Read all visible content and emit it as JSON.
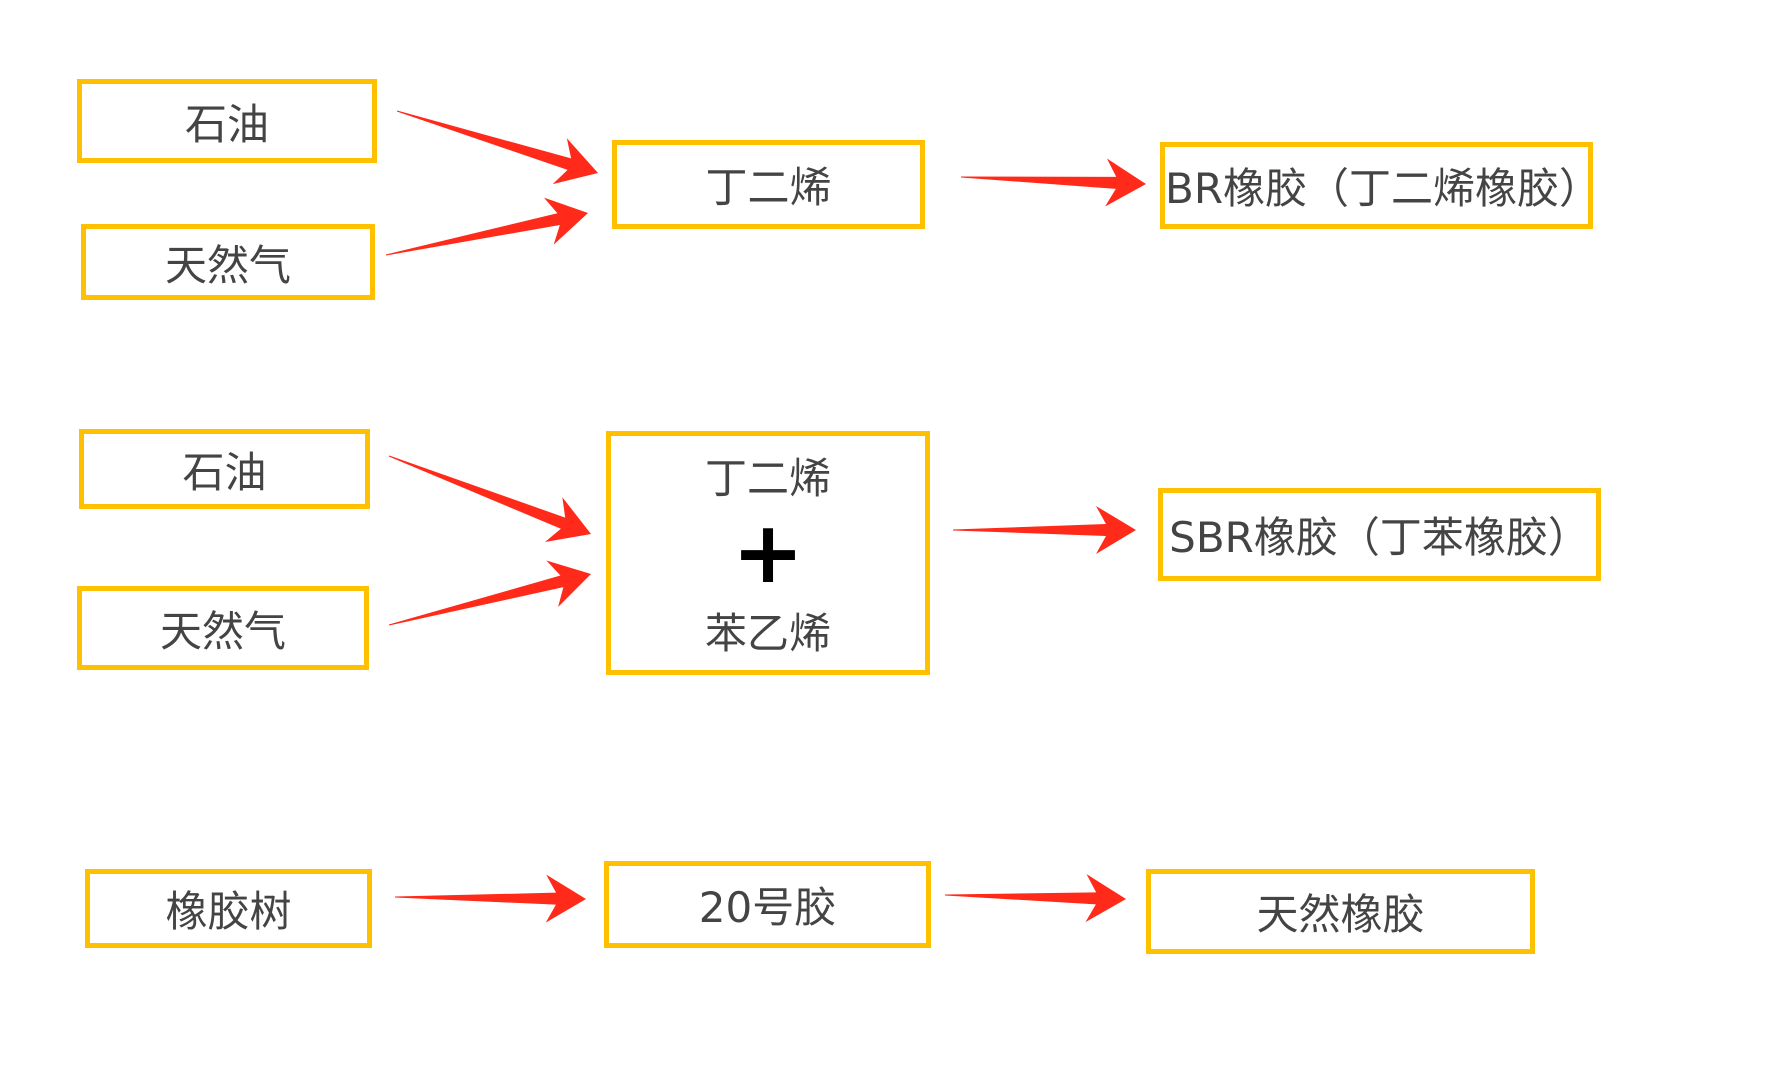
{
  "colors": {
    "box_border": "#FFC000",
    "arrow": "#FF2A1A",
    "text": "#444444"
  },
  "row1": {
    "source_a": "石油",
    "source_b": "天然气",
    "intermediate": "丁二烯",
    "product": "BR橡胶（丁二烯橡胶）"
  },
  "row2": {
    "source_a": "石油",
    "source_b": "天然气",
    "intermediate_top": "丁二烯",
    "plus": "+",
    "intermediate_bottom": "苯乙烯",
    "product": "SBR橡胶（丁苯橡胶）"
  },
  "row3": {
    "source": "橡胶树",
    "intermediate": "20号胶",
    "product": "天然橡胶"
  }
}
